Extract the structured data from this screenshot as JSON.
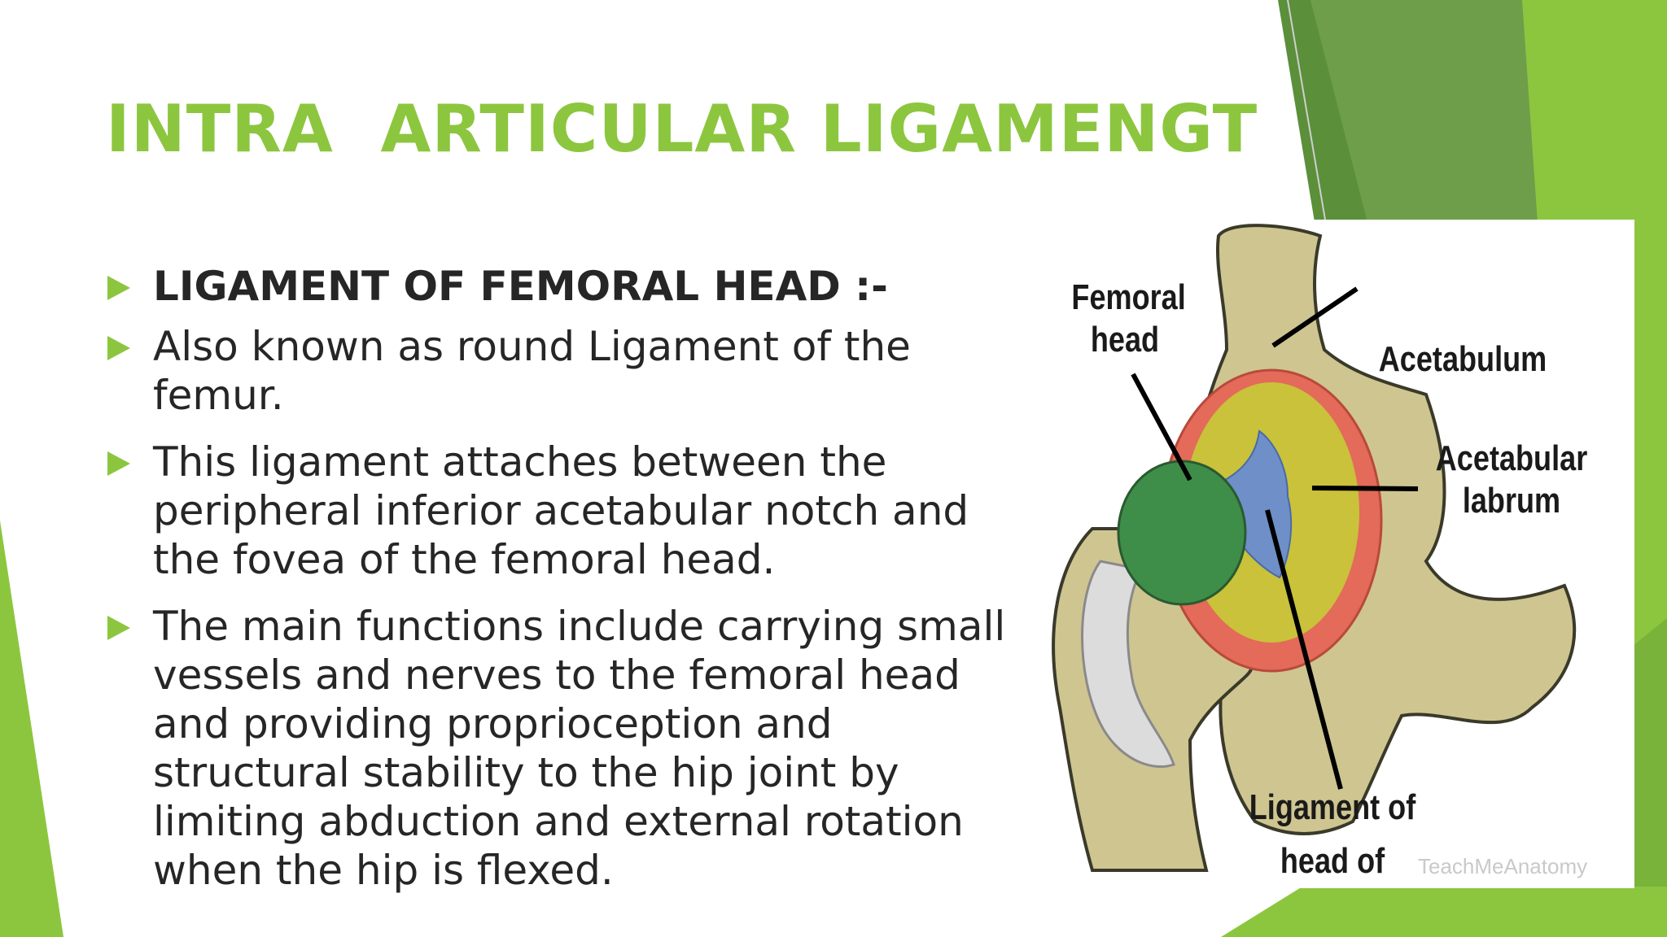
{
  "slide": {
    "title": "INTRA  ARTICULAR LIGAMENGT",
    "bullets": [
      {
        "text": "LIGAMENT OF FEMORAL HEAD :-"
      },
      {
        "text": "Also known as round Ligament  of the\nfemur."
      },
      {
        "text": " This ligament attaches between the\nperipheral inferior acetabular notch and\nthe fovea of the femoral head."
      },
      {
        "text": "The main functions include carrying small\nvessels and nerves to the femoral head\nand providing proprioception and\nstructural stability to the hip joint by\nlimiting abduction and external rotation\nwhen the hip is flexed."
      }
    ]
  },
  "figure": {
    "labels": {
      "femoral_head": "Femoral\nhead",
      "acetabulum": "Acetabulum",
      "acetabular_labrum": "Acetabular\nlabrum",
      "ligament_head_femur": "Ligament of\nhead of femur"
    },
    "watermark": "TeachMeAnatomy"
  },
  "colors": {
    "accent": "#8cc63f",
    "text": "#262626",
    "femoral_head": "#3e8e4a",
    "acetabulum": "#c9c23a",
    "labrum": "#e46a5a",
    "ligament": "#6f8fc8",
    "bone": "#cfc591"
  }
}
